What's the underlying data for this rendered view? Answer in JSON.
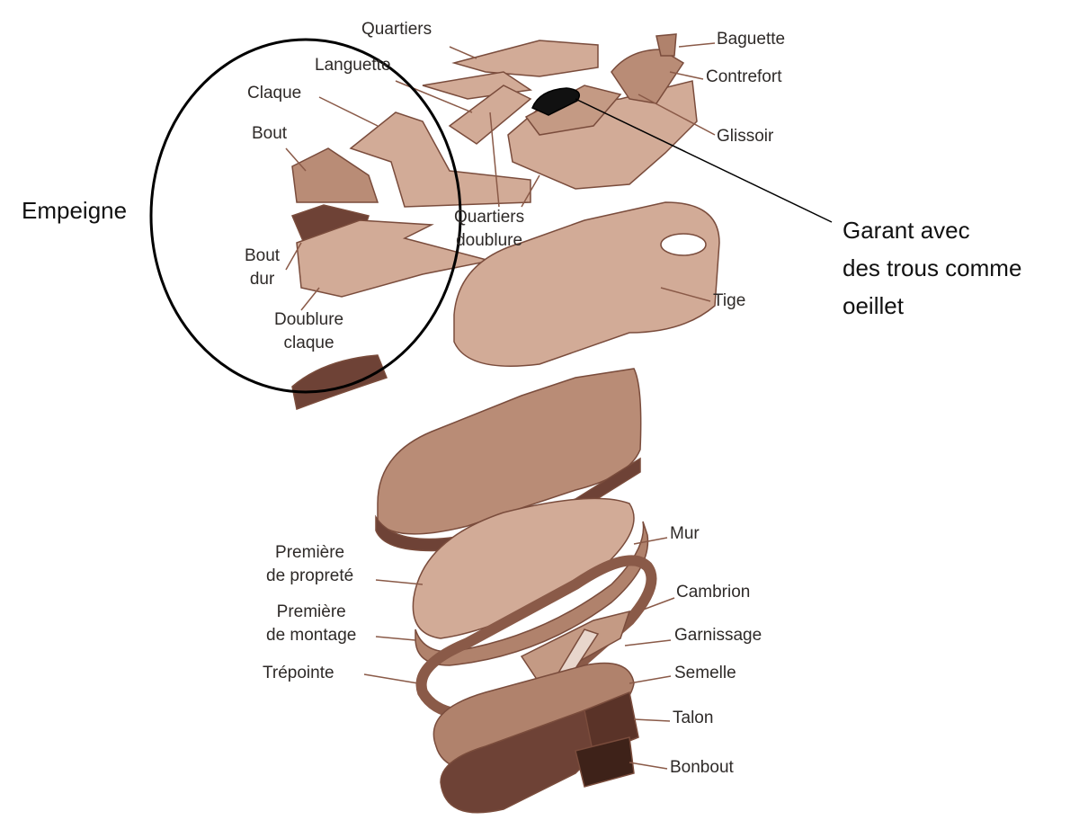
{
  "labels": {
    "quartiers": "Quartiers",
    "languette": "Languette",
    "claque": "Claque",
    "bout": "Bout",
    "bout_dur": [
      "Bout",
      "dur"
    ],
    "doublure_claque": [
      "Doublure",
      "claque"
    ],
    "quartiers_doublure": [
      "Quartiers",
      "doublure"
    ],
    "baguette": "Baguette",
    "contrefort": "Contrefort",
    "glissoir": "Glissoir",
    "tige": "Tige",
    "mur": "Mur",
    "premiere_proprete": [
      "Première",
      "de propreté"
    ],
    "premiere_montage": [
      "Première",
      "de montage"
    ],
    "trepointe": "Trépointe",
    "cambrion": "Cambrion",
    "garnissage": "Garnissage",
    "semelle": "Semelle",
    "talon": "Talon",
    "bonbout": "Bonbout"
  },
  "annotations": {
    "empeigne": "Empeigne",
    "garant": [
      "Garant avec",
      "des trous comme",
      "oeillet"
    ]
  },
  "colors": {
    "light": "#d2ab97",
    "mid": "#b0826c",
    "dark": "#6e4236",
    "line": "#8a5a48"
  }
}
